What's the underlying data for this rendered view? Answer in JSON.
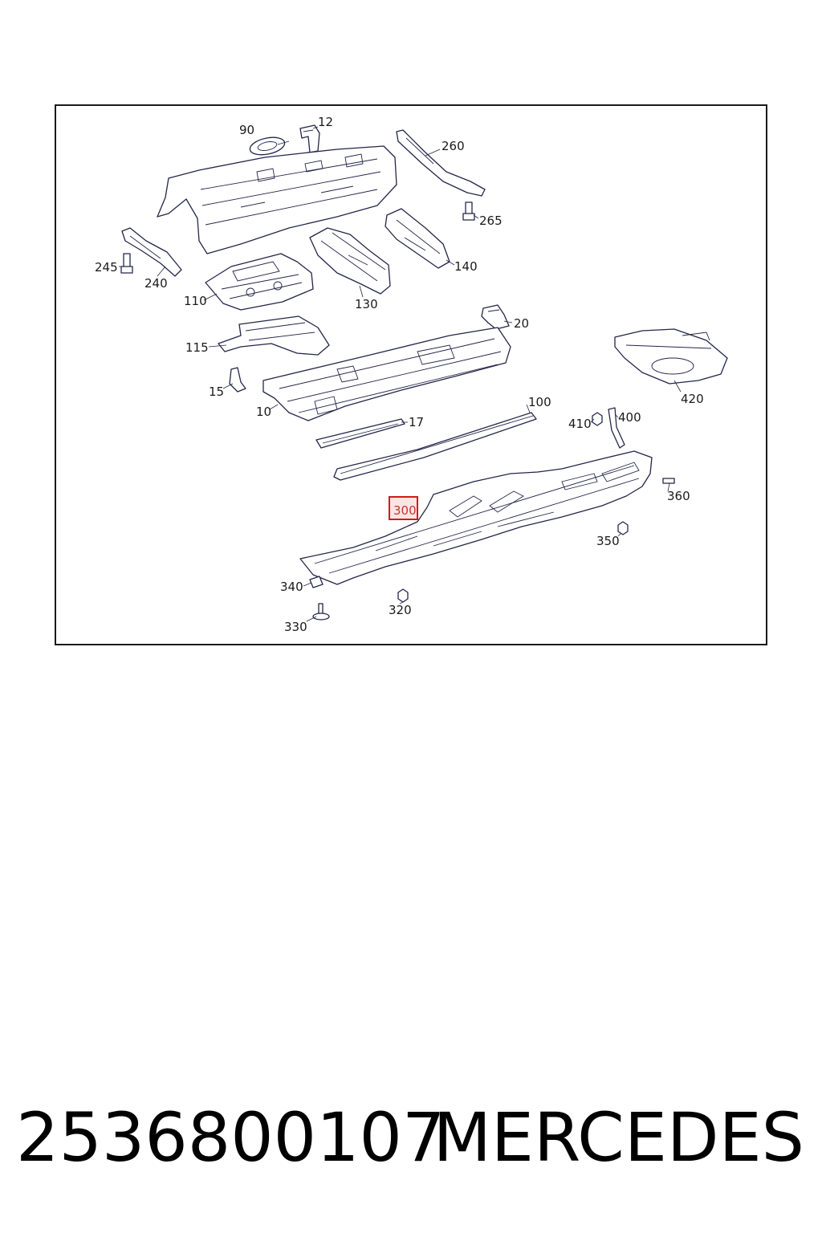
{
  "diagram": {
    "callouts": {
      "c90": "90",
      "c12": "12",
      "c260": "260",
      "c265": "265",
      "c245": "245",
      "c240": "240",
      "c110": "110",
      "c130": "130",
      "c140": "140",
      "c20": "20",
      "c115": "115",
      "c420": "420",
      "c15": "15",
      "c10": "10",
      "c17": "17",
      "c100": "100",
      "c410": "410",
      "c400": "400",
      "c300": "300",
      "c360": "360",
      "c350": "350",
      "c340": "340",
      "c320": "320",
      "c330": "330"
    },
    "highlighted_callout": "300",
    "highlight_color": "#d11a1a",
    "line_color": "#25254a"
  },
  "footer": {
    "part_number": "2536800107",
    "brand": "MERCEDES"
  }
}
